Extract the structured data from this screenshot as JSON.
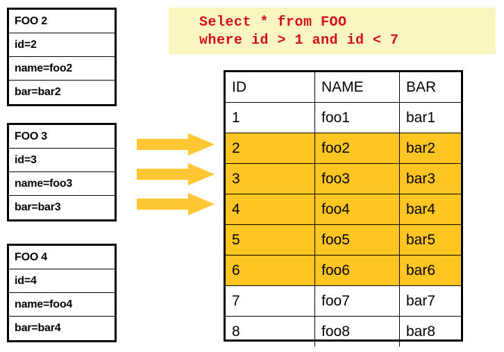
{
  "entities": [
    {
      "name": "entity-box-foo2",
      "title": "FOO 2",
      "fields": [
        "id=2",
        "name=foo2",
        "bar=bar2"
      ]
    },
    {
      "name": "entity-box-foo3",
      "title": "FOO 3",
      "fields": [
        "id=3",
        "name=foo3",
        "bar=bar3"
      ]
    },
    {
      "name": "entity-box-foo4",
      "title": "FOO 4",
      "fields": [
        "id=4",
        "name=foo4",
        "bar=bar4"
      ]
    }
  ],
  "arrows": {
    "count": 3,
    "direction": "right",
    "color": "#ffc733"
  },
  "sql": {
    "line1": "Select * from FOO",
    "line2": "where id > 1 and id < 7",
    "text_color": "#d40e18",
    "background_color": "#fbf6bf"
  },
  "table": {
    "columns": [
      "ID",
      "NAME",
      "BAR"
    ],
    "highlight_color": "#ffc523",
    "rows": [
      {
        "id": "1",
        "name": "foo1",
        "bar": "bar1",
        "highlighted": false
      },
      {
        "id": "2",
        "name": "foo2",
        "bar": "bar2",
        "highlighted": true
      },
      {
        "id": "3",
        "name": "foo3",
        "bar": "bar3",
        "highlighted": true
      },
      {
        "id": "4",
        "name": "foo4",
        "bar": "bar4",
        "highlighted": true
      },
      {
        "id": "5",
        "name": "foo5",
        "bar": "bar5",
        "highlighted": true
      },
      {
        "id": "6",
        "name": "foo6",
        "bar": "bar6",
        "highlighted": true
      },
      {
        "id": "7",
        "name": "foo7",
        "bar": "bar7",
        "highlighted": false
      },
      {
        "id": "8",
        "name": "foo8",
        "bar": "bar8",
        "highlighted": false
      }
    ]
  }
}
